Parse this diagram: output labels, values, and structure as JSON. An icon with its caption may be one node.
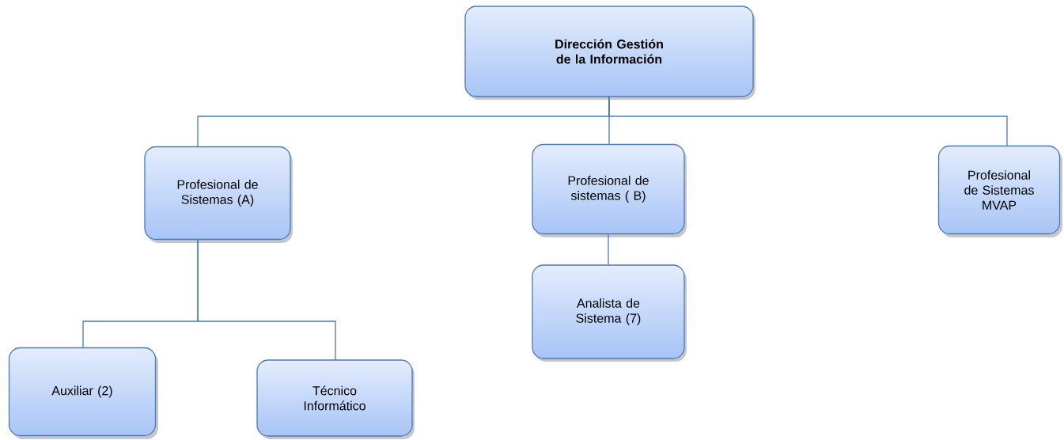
{
  "diagram": {
    "nodes": [
      {
        "text": [
          "Dirección Gestión de la Información"
        ]
      },
      {
        "text": [
          "Profesional de Sistemas (A)"
        ]
      },
      {
        "text": [
          "Profesional de sistemas ( B)"
        ]
      },
      {
        "text": [
          "Profesional de Sistemas MVAP"
        ]
      },
      {
        "text": [
          "Analista de Sistema (7)"
        ]
      },
      {
        "text": [
          "Auxiliar (2)"
        ]
      },
      {
        "text": [
          "Técnico Informático"
        ]
      }
    ],
    "edges": [
      {
        "from": 0,
        "to": 1,
        "arrow": "none"
      },
      {
        "from": 0,
        "to": 2,
        "arrow": "none"
      },
      {
        "from": 0,
        "to": 3,
        "arrow": "none"
      },
      {
        "from": 1,
        "to": 5,
        "arrow": "none"
      },
      {
        "from": 1,
        "to": 6,
        "arrow": "none"
      },
      {
        "from": 2,
        "to": 4,
        "arrow": "none"
      }
    ]
  }
}
